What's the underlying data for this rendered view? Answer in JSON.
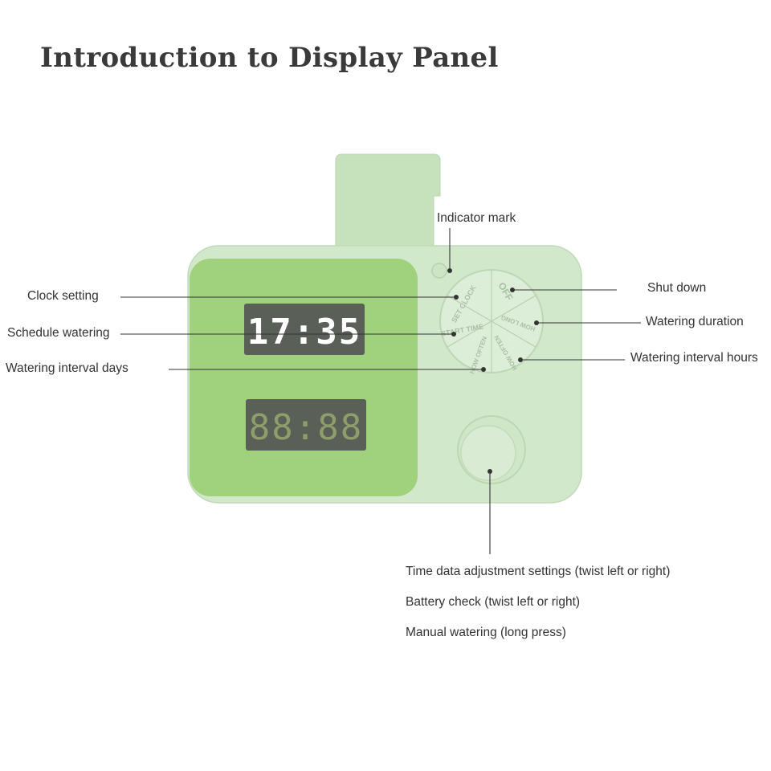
{
  "title": "Introduction to Display Panel",
  "labels": {
    "indicator_mark": "Indicator mark",
    "shut_down": "Shut down",
    "watering_duration": "Watering duration",
    "watering_interval_hours": "Watering interval hours",
    "clock_setting": "Clock setting",
    "schedule_watering": "Schedule watering",
    "watering_interval_days": "Watering interval days",
    "knob_notes": [
      "Time data adjustment settings (twist left or right)",
      "Battery check (twist left or right)",
      "Manual watering (long press)"
    ]
  },
  "display": {
    "top_digits": "17:35",
    "bottom_digits": "88:88"
  },
  "dial": {
    "off": "OFF",
    "set_clock": "SET CLOCK",
    "start_time": "START TIME",
    "how_often": "HOW OFTEN",
    "how_long": "HOW LONG",
    "how_often_hours": "HOW OFTEN"
  },
  "colors": {
    "device_body": "#cfe6c7",
    "display_panel": "#9fd17a",
    "lcd_background": "#5a5f57",
    "lcd_active": "#ffffff",
    "lcd_inactive": "#8e9e6a",
    "leader_line": "#333333"
  }
}
